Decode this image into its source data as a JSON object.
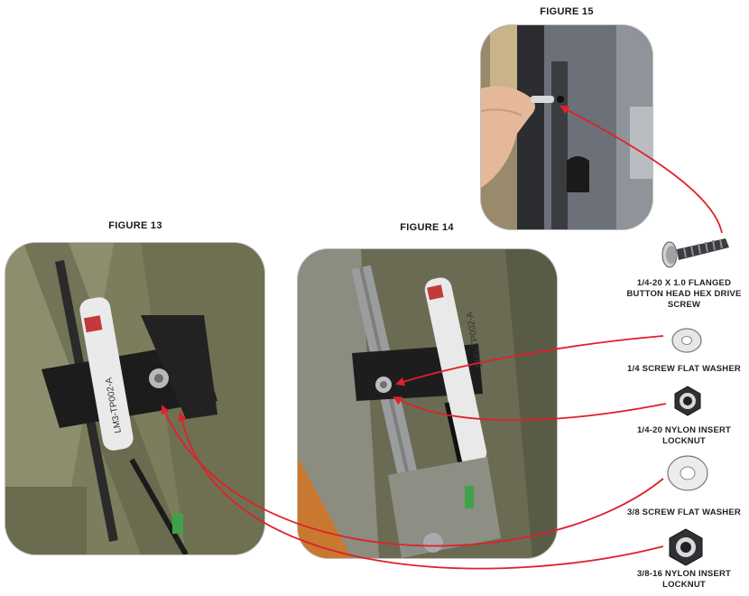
{
  "figures": {
    "fig13": "FIGURE 13",
    "fig14": "FIGURE 14",
    "fig15": "FIGURE 15"
  },
  "hardware": {
    "screw": "1/4-20 X 1.0 FLANGED BUTTON HEAD HEX DRIVE SCREW",
    "washer_small": "1/4 SCREW FLAT WASHER",
    "locknut_small": "1/4-20 NYLON INSERT LOCKNUT",
    "washer_large": "3/8 SCREW FLAT WASHER",
    "locknut_large": "3/8-16 NYLON INSERT LOCKNUT"
  },
  "stamp_text": "LM3-TP002-A",
  "colors": {
    "arrow": "#e0202a",
    "panel": "#8a8a6a",
    "bracket": "#1c1c1c"
  }
}
